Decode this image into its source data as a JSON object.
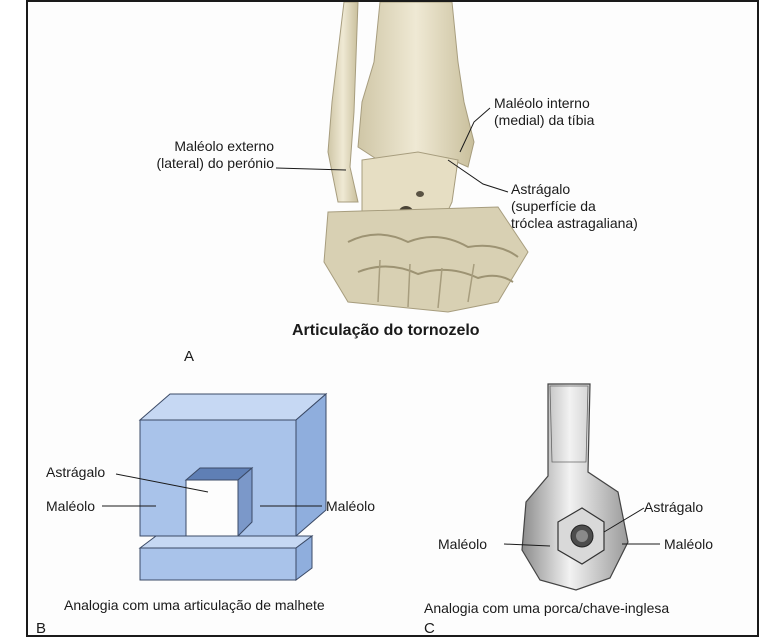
{
  "panel_a": {
    "letter": "A",
    "title": "Articulação do tornozelo",
    "label_lateral_line1": "Maléolo externo",
    "label_lateral_line2": "(lateral) do perónio",
    "label_medial_line1": "Maléolo interno",
    "label_medial_line2": "(medial) da tíbia",
    "label_talus_line1": "Astrágalo",
    "label_talus_line2": "(superfície da",
    "label_talus_line3": "tróclea astragaliana)"
  },
  "panel_b": {
    "letter": "B",
    "label_talus": "Astrágalo",
    "label_left": "Maléolo",
    "label_right": "Maléolo",
    "caption": "Analogia com uma articulação de malhete",
    "block_color": "#a9c3ea"
  },
  "panel_c": {
    "letter": "C",
    "label_talus": "Astrágalo",
    "label_left": "Maléolo",
    "label_right": "Maléolo",
    "caption": "Analogia com uma porca/chave-inglesa"
  }
}
